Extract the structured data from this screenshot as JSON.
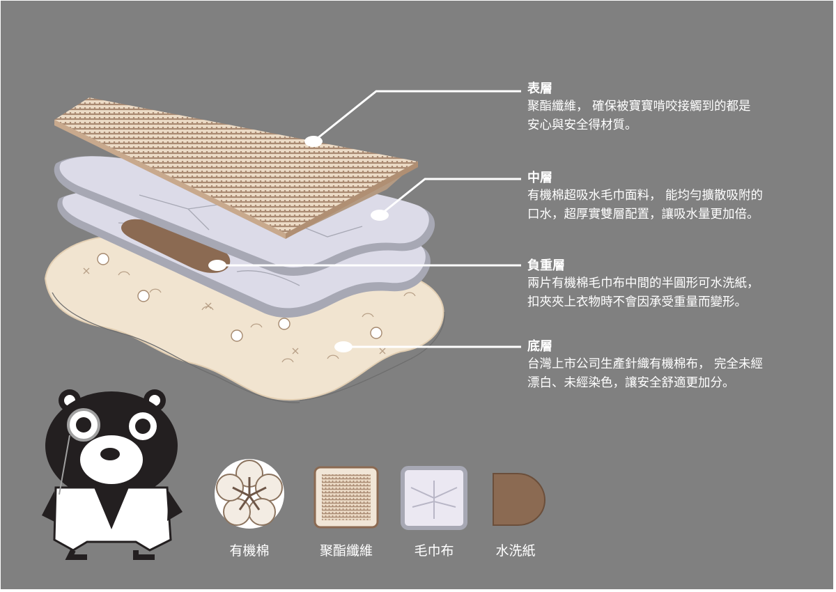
{
  "layers": [
    {
      "title": "表層",
      "lines": [
        "聚酯纖維， 確保被寶寶啃咬接觸到的都是",
        "安心與安全得材質。"
      ]
    },
    {
      "title": "中層",
      "lines": [
        "有機棉超吸水毛巾面料， 能均勻擴散吸附的",
        "口水，超厚實雙層配置，讓吸水量更加倍。"
      ]
    },
    {
      "title": "負重層",
      "lines": [
        "兩片有機棉毛巾布中間的半圓形可水洗紙，",
        "扣夾夾上衣物時不會因承受重量而變形。"
      ]
    },
    {
      "title": "底層",
      "lines": [
        "台灣上市公司生產針織有機棉布， 完全未經",
        "漂白、未經染色，讓安全舒適更加分。"
      ]
    }
  ],
  "legend": [
    {
      "label": "有機棉",
      "icon": "cotton-flower-icon"
    },
    {
      "label": "聚酯纖維",
      "icon": "polyester-weave-icon"
    },
    {
      "label": "毛巾布",
      "icon": "towel-cloth-icon"
    },
    {
      "label": "水洗紙",
      "icon": "washable-paper-icon"
    }
  ],
  "colors": {
    "background": "#808080",
    "surface_pattern": "#b59a85",
    "surface_base": "#e8d8c2",
    "middle_layer": "#dcdbe8",
    "middle_border": "#a7a8b4",
    "paper": "#8b6a52",
    "cotton_base": "#f1e4d0",
    "text": "#ffffff"
  }
}
